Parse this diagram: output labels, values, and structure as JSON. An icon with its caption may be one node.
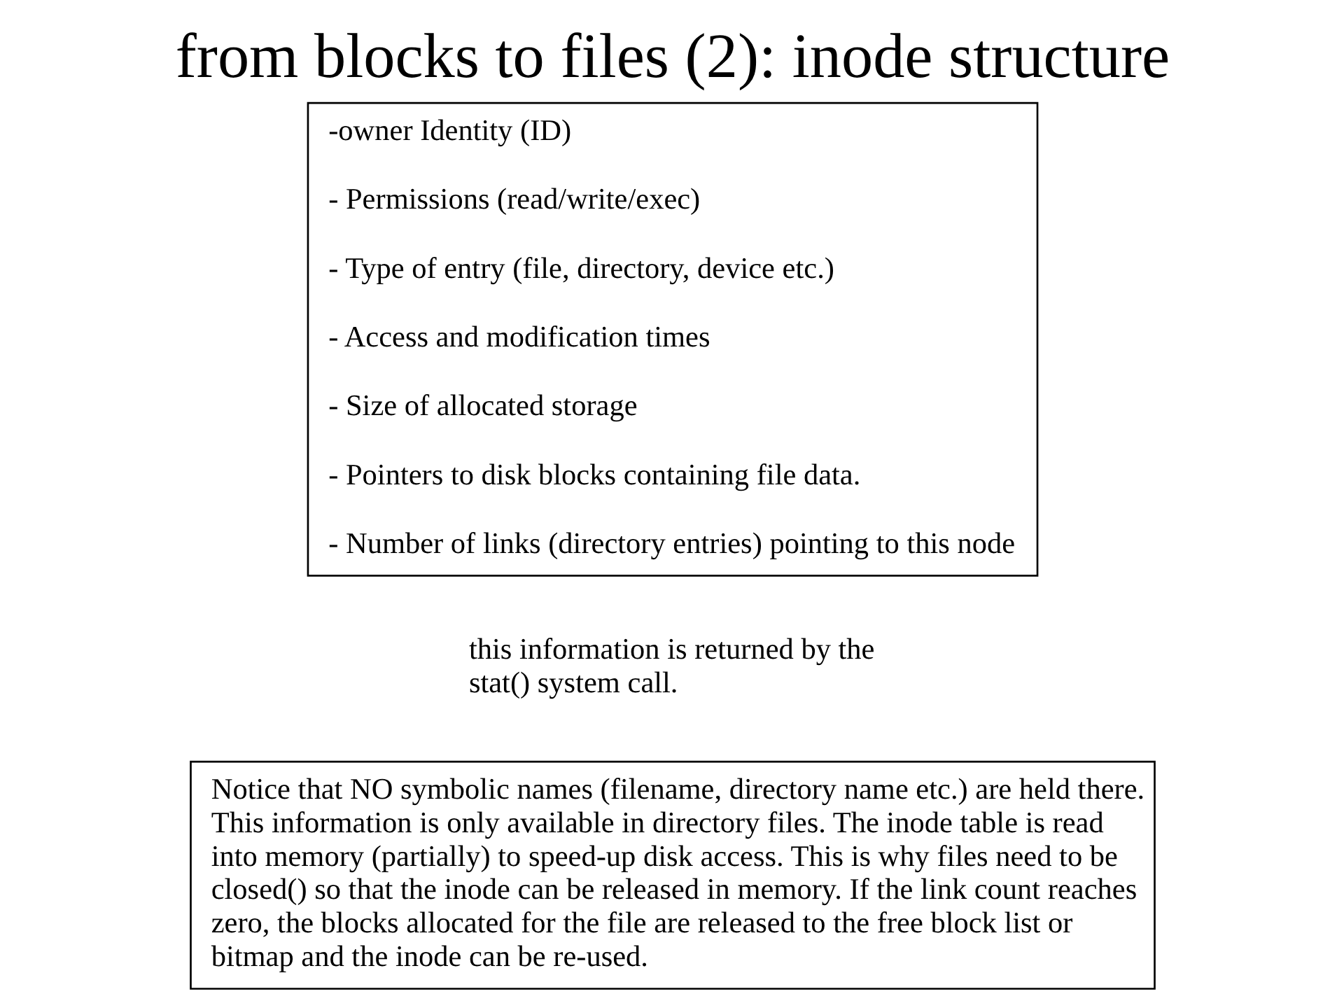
{
  "diagram": {
    "title": "from blocks to files (2): inode structure",
    "nodes": [
      {
        "text": [
          "-owner Identity (ID)",
          "- Permissions (read/write/exec)",
          "- Type of entry (file, directory, device etc.)",
          "- Access and modification times",
          "- Size of allocated storage",
          "- Pointers to disk blocks containing file data.",
          "- Number of links (directory entries) pointing to this node"
        ]
      },
      {
        "text": [
          "Notice that NO symbolic names (filename, directory name etc.) are held there. This information is only available in directory files. The inode table is read into memory (partially) to speed-up disk access. This is why files need to be closed() so that the inode can be released in memory. If the link count reaches zero, the blocks allocated for the file are released to the free block list or bitmap and the inode can be re-used."
        ]
      }
    ],
    "labels": [
      "this information is returned by the stat() system call."
    ]
  }
}
